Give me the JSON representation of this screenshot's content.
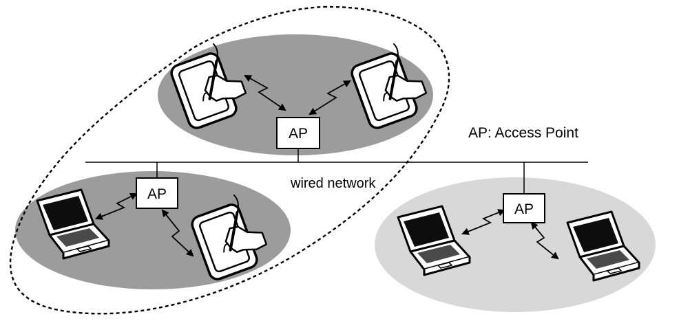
{
  "legend": {
    "text": "AP: Access Point"
  },
  "network": {
    "label": "wired network"
  },
  "access_points": [
    {
      "label": "AP"
    },
    {
      "label": "AP"
    },
    {
      "label": "AP"
    }
  ],
  "colors": {
    "cell_dark": "#9c9c9c",
    "cell_light": "#d8d8d8",
    "line": "#000000",
    "device_fill": "#ffffff"
  },
  "icons": [
    "tablet-pen-icon",
    "laptop-icon",
    "wireless-link-icon"
  ]
}
